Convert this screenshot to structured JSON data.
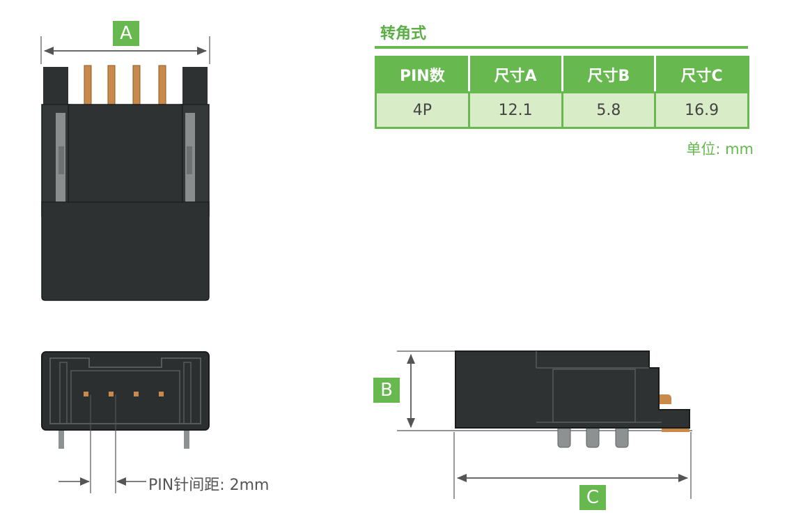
{
  "table": {
    "title": "转角式",
    "headers": [
      "PIN数",
      "尺寸A",
      "尺寸B",
      "尺寸C"
    ],
    "row": [
      "4P",
      "12.1",
      "5.8",
      "16.9"
    ],
    "unit": "单位: mm"
  },
  "labels": {
    "a": "A",
    "b": "B",
    "c": "C"
  },
  "pitch_label": "PIN针间距: 2mm",
  "colors": {
    "accent": "#66b84f",
    "cell_bg": "#d7ecc7",
    "body": "#2e3131",
    "pin": "#c8894a"
  }
}
